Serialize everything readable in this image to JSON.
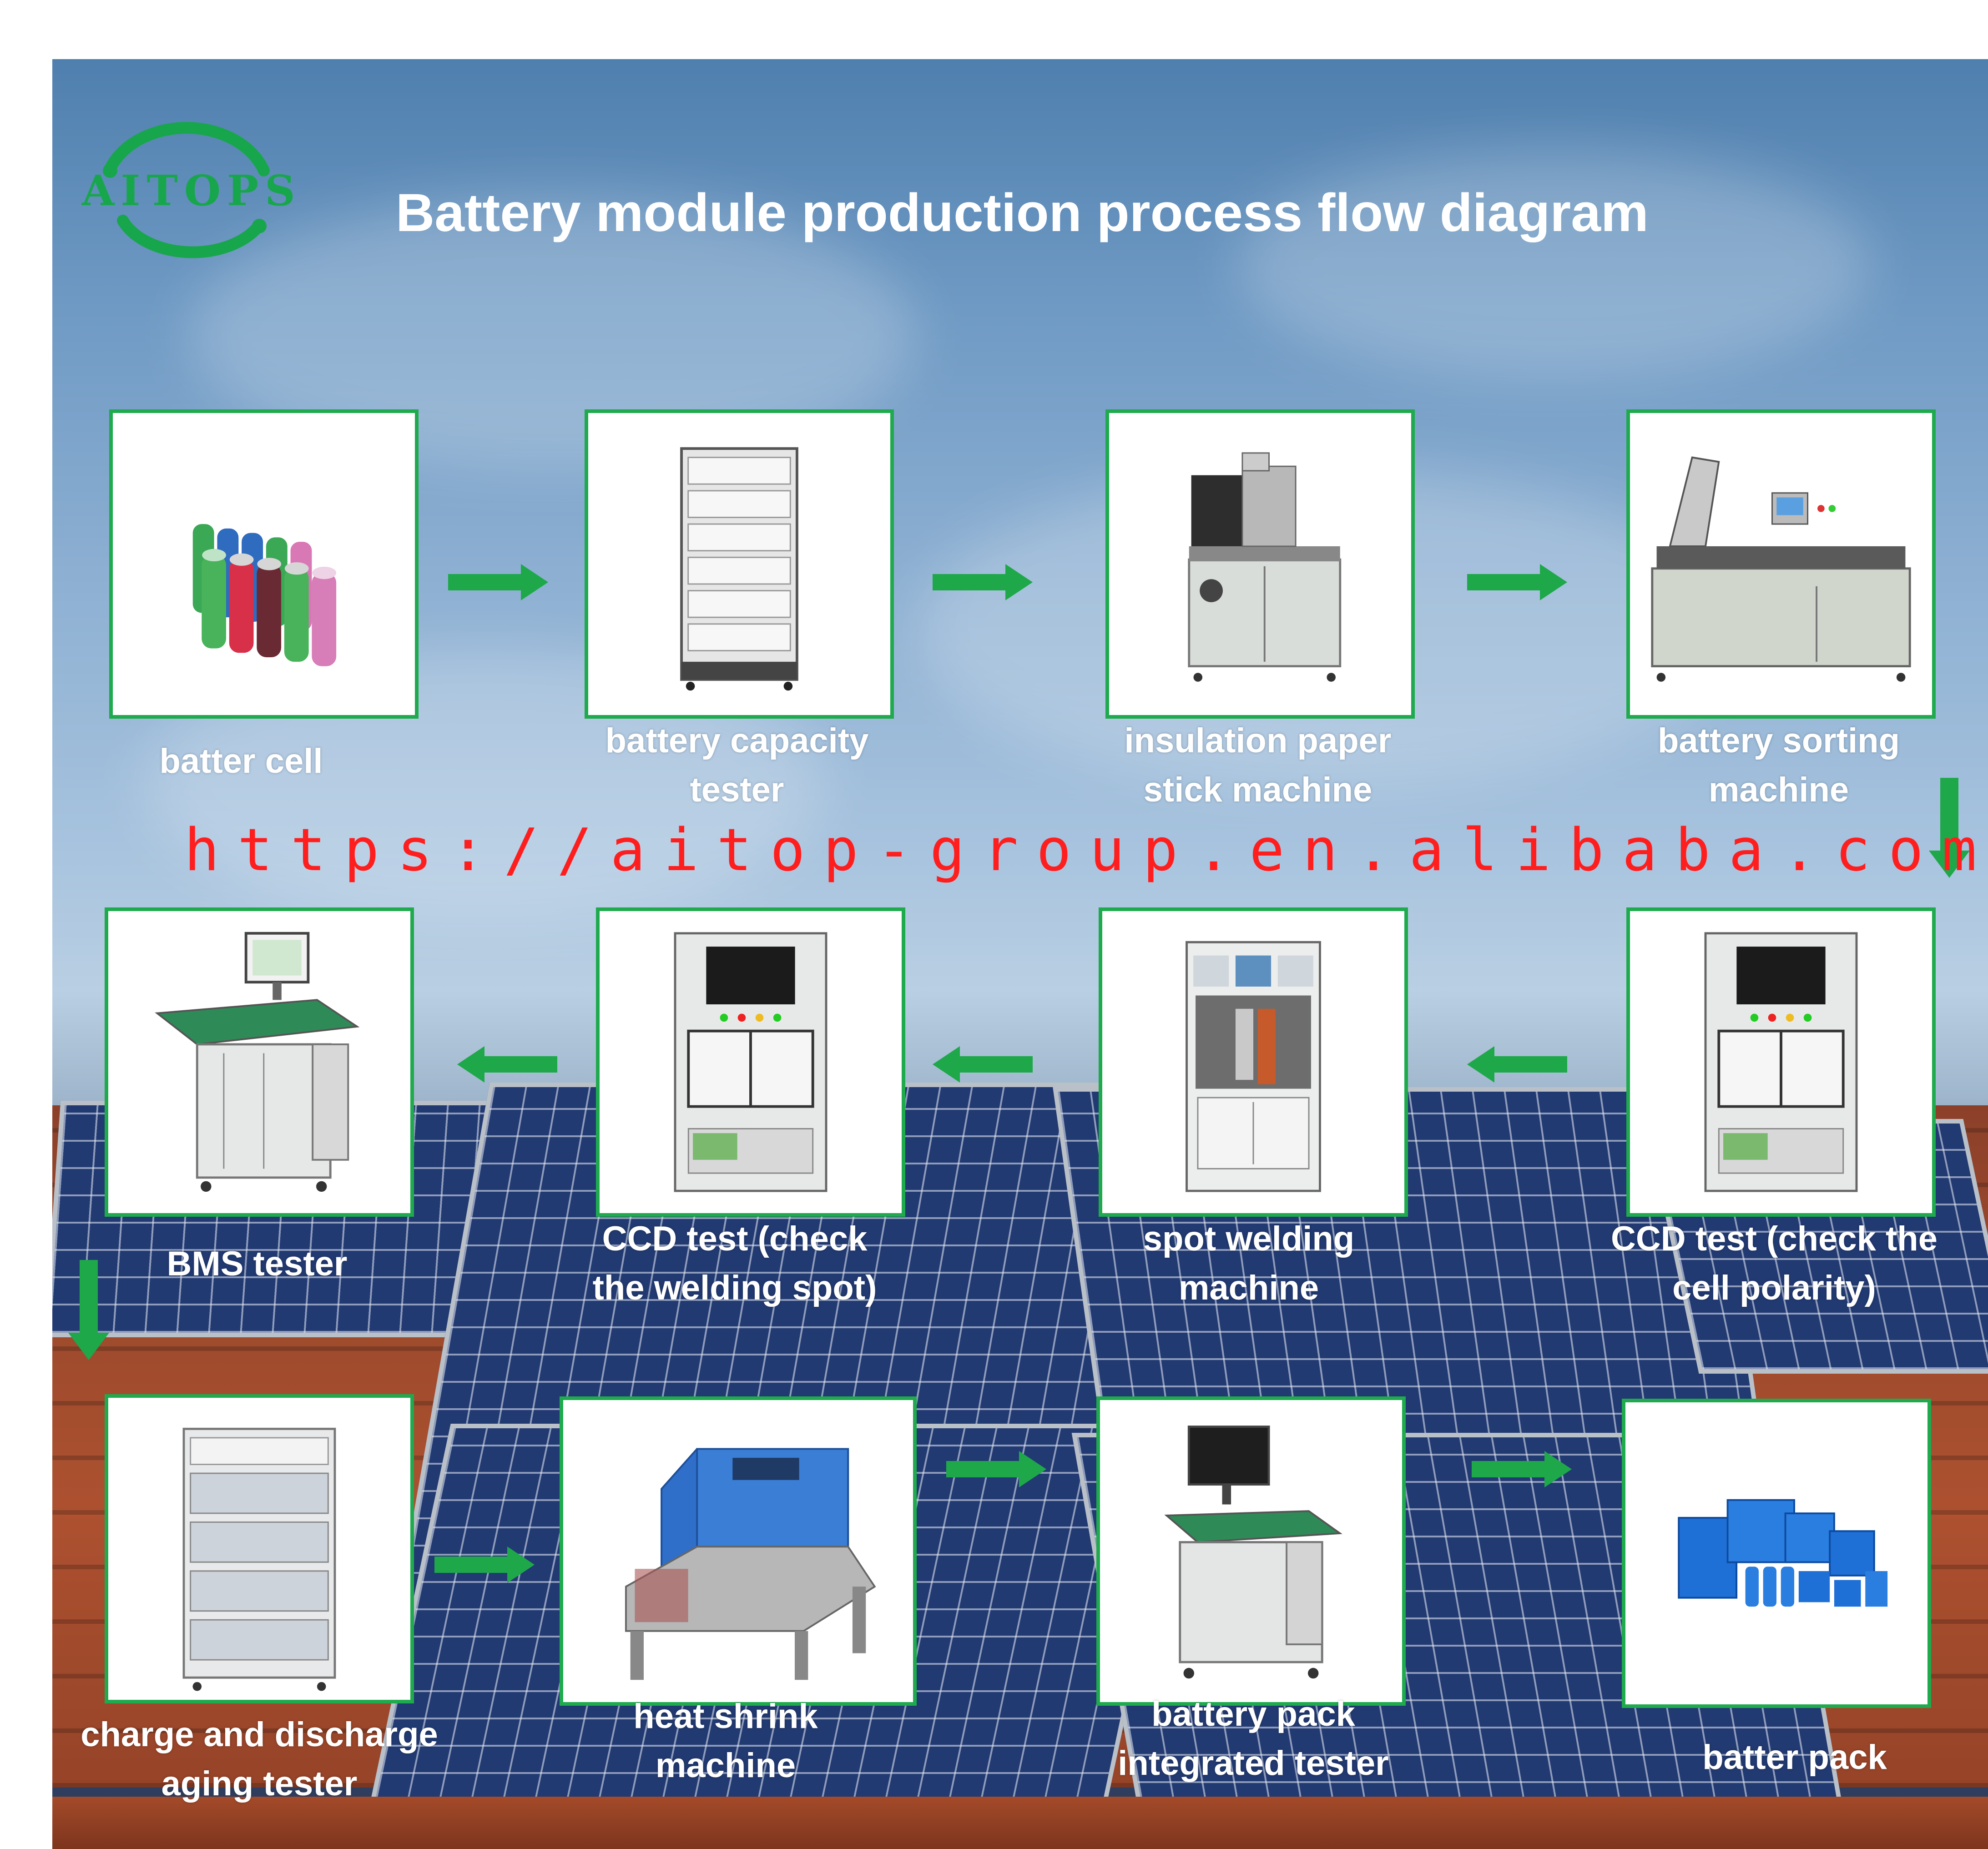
{
  "title": "Battery module production process flow diagram",
  "logo": {
    "text": "AITOPS",
    "color": "#18a64c"
  },
  "url": "https://aitop-group.en.alibaba.com/",
  "colors": {
    "frame": "#1faa4d",
    "arrow": "#1ea84a",
    "url": "#ff1e1e",
    "label": "#ffffff"
  },
  "steps": [
    {
      "id": "batter-cell",
      "label_lines": [
        "batter cell"
      ],
      "icon": "battery-cells-icon"
    },
    {
      "id": "battery-capacity-tester",
      "label_lines": [
        "battery capacity",
        "tester"
      ],
      "icon": "capacity-tester-icon"
    },
    {
      "id": "insulation-paper-stick-machine",
      "label_lines": [
        "insulation paper",
        "stick machine"
      ],
      "icon": "insulation-machine-icon"
    },
    {
      "id": "battery-sorting-machine",
      "label_lines": [
        "battery sorting",
        "machine"
      ],
      "icon": "sorting-machine-icon"
    },
    {
      "id": "ccd-test-polarity",
      "label_lines": [
        "CCD test (check the",
        "cell polarity)"
      ],
      "icon": "ccd-tester-icon"
    },
    {
      "id": "spot-welding-machine",
      "label_lines": [
        "spot welding",
        "machine"
      ],
      "icon": "spot-welder-icon"
    },
    {
      "id": "ccd-test-welding",
      "label_lines": [
        "CCD test (check",
        "the welding spot)"
      ],
      "icon": "ccd-tester-icon"
    },
    {
      "id": "bms-tester",
      "label_lines": [
        "BMS tester"
      ],
      "icon": "bms-tester-icon"
    },
    {
      "id": "aging-tester",
      "label_lines": [
        "charge and discharge",
        "aging tester"
      ],
      "icon": "aging-tester-icon"
    },
    {
      "id": "heat-shrink-machine",
      "label_lines": [
        "heat shrink",
        "machine"
      ],
      "icon": "heat-shrink-icon"
    },
    {
      "id": "pack-integrated-tester",
      "label_lines": [
        "battery pack",
        "integrated tester"
      ],
      "icon": "pack-tester-icon"
    },
    {
      "id": "batter-pack",
      "label_lines": [
        "batter pack"
      ],
      "icon": "battery-packs-icon"
    }
  ]
}
